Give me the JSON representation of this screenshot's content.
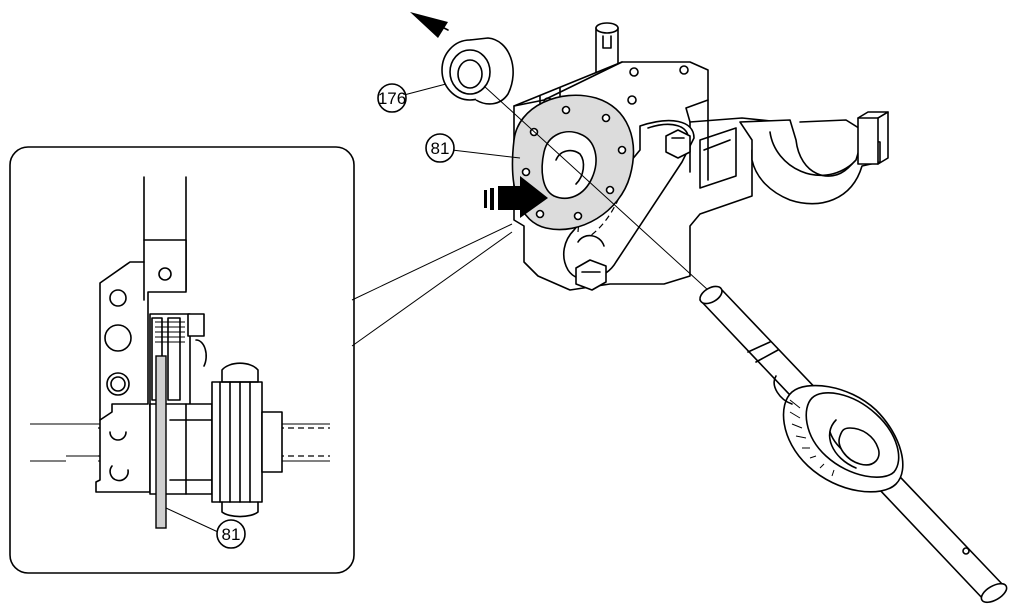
{
  "callouts": {
    "bearing": "176",
    "washer": "81",
    "washer_detail": "81"
  },
  "colors": {
    "line": "#000000",
    "washer_fill": "#dcdcdc",
    "background": "#ffffff"
  },
  "icons": {
    "removal_arrow": "arrow-up-left-icon",
    "install_arrow": "push-arrow-right-icon"
  }
}
